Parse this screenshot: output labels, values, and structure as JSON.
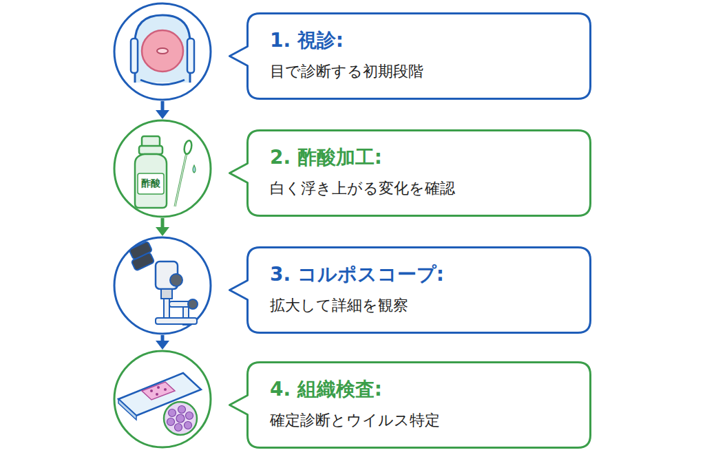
{
  "diagram": {
    "nodes": [
      {
        "text": [
          "1. 視診:",
          "目で診断する初期段階"
        ]
      },
      {
        "text": [
          "2. 酢酸加工:",
          "白く浮き上がる変化を確認"
        ]
      },
      {
        "text": [
          "3. コルポスコープ:",
          "拡大して詳細を観察"
        ]
      },
      {
        "text": [
          "4. 組織検査:",
          "確定診断とウイルス特定"
        ]
      }
    ],
    "labels": [
      "酢酸"
    ]
  }
}
